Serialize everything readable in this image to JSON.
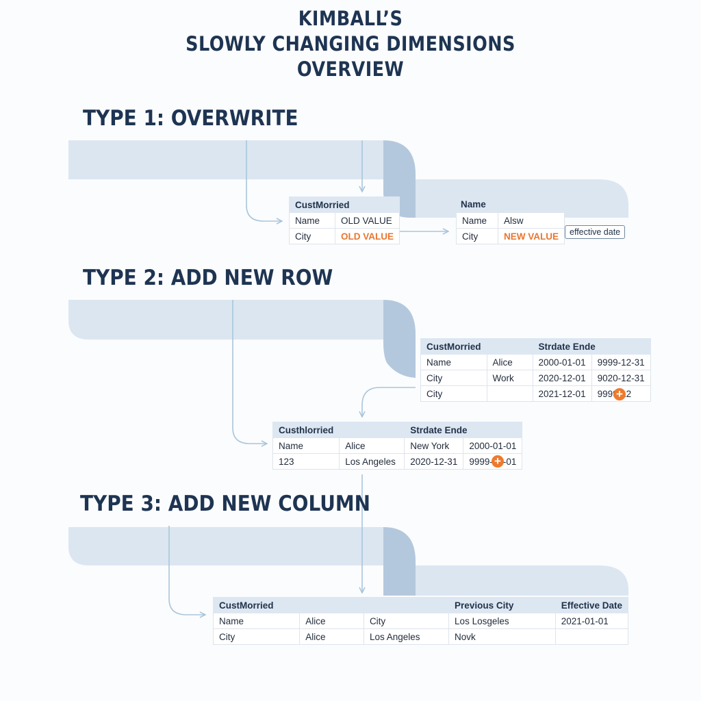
{
  "title": {
    "line1": "KIMBALL’S",
    "line2": "SLOWLY CHANGING DIMENSIONS",
    "line3": "OVERVIEW"
  },
  "colors": {
    "background": "#fbfcfd",
    "band": "#dbe6f1",
    "band_dark": "#b4c8dd",
    "text": "#1e3452",
    "accent": "#e8762f",
    "arrow": "#a9c5dc"
  },
  "type1": {
    "heading": "TYPE 1: OVERWRITE",
    "old_table": {
      "header": "CustMorried",
      "rows": [
        [
          "Name",
          "OLD VALUE"
        ],
        [
          "City",
          "OLD VALUE"
        ]
      ]
    },
    "new_table": {
      "header": "Name",
      "rows": [
        [
          "Name",
          "Alsw"
        ],
        [
          "City",
          "NEW VALUE"
        ]
      ]
    },
    "tag": "effective date"
  },
  "type2": {
    "heading": "TYPE 2: ADD NEW ROW",
    "upper_table": {
      "headers": [
        "CustMorried",
        "",
        "Strdate Ende",
        ""
      ],
      "rows": [
        [
          "Name",
          "Alice",
          "2000-01-01",
          "9999-12-31"
        ],
        [
          "City",
          "Work",
          "2020-12-01",
          "9020-12-31"
        ],
        [
          "City",
          "",
          "2021-12-01",
          "9999-12"
        ]
      ]
    },
    "lower_table": {
      "headers": [
        "Custhlorried",
        "",
        "Strdate Ende",
        ""
      ],
      "rows": [
        [
          "Name",
          "Alice",
          "New York",
          "2000-01-01"
        ],
        [
          "123",
          "Los Angeles",
          "2020-12-31",
          "9999-12-01"
        ]
      ]
    },
    "plus_icon": "+"
  },
  "type3": {
    "heading": "TYPE 3: ADD NEW COLUMN",
    "table": {
      "headers": [
        "CustMorried",
        "",
        "",
        "Previous City",
        "Effective Date"
      ],
      "rows": [
        [
          "Name",
          "Alice",
          "City",
          "Los Losgeles",
          "2021-01-01"
        ],
        [
          "City",
          "Alice",
          "Los Angeles",
          "Novk",
          ""
        ]
      ]
    }
  }
}
